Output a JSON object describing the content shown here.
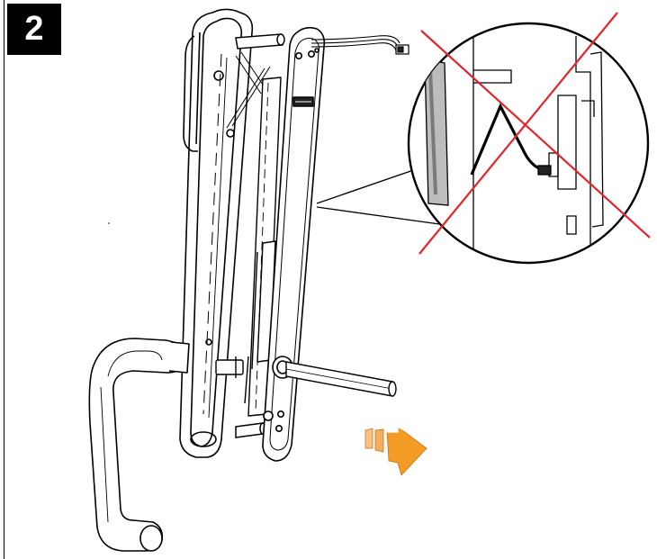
{
  "step": {
    "number": "2"
  },
  "colors": {
    "badge_bg": "#000000",
    "badge_text": "#ffffff",
    "line": "#000000",
    "cross": "#e3262c",
    "arrow": "#f39b24",
    "arrow_light": "#f7c188"
  },
  "icons": {
    "prohibited_mark": "red-x-cross",
    "direction_arrow": "orange-push-arrow"
  }
}
